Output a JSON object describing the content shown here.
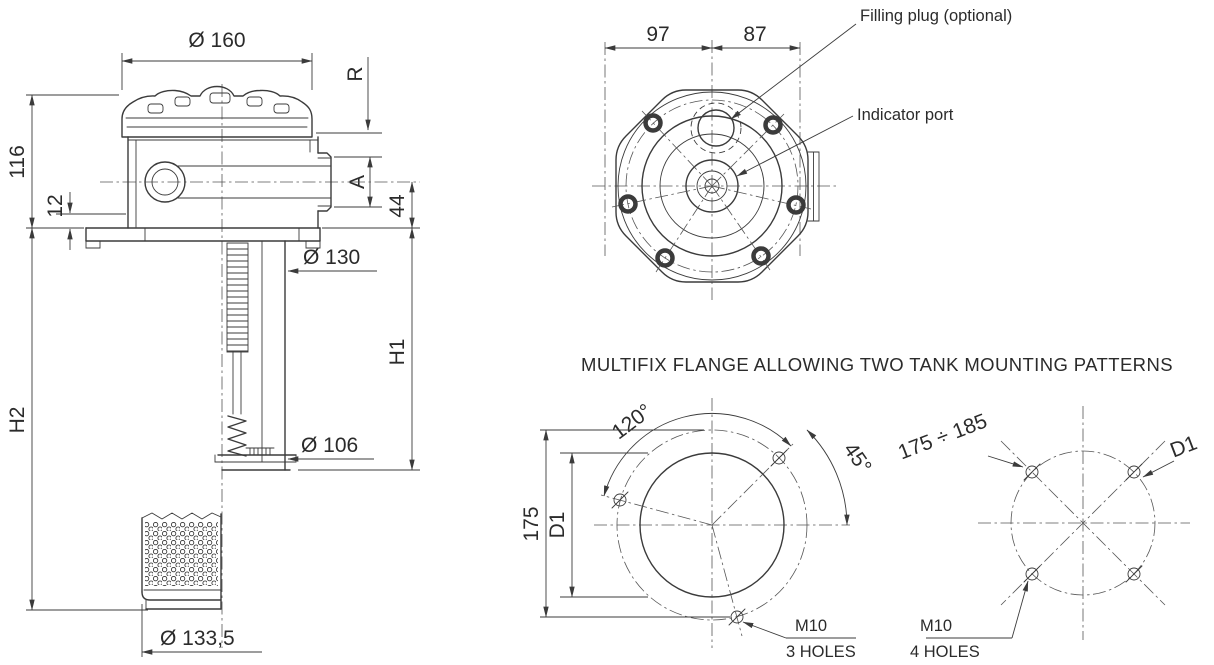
{
  "drawing": {
    "line_color": "#3b3b3b",
    "text_color": "#2b2b2b",
    "background_color": "#ffffff"
  },
  "side_view": {
    "dia_cap": "Ø 160",
    "dim_r": "R",
    "dim_head_height": "116",
    "dim_plate_step": "12",
    "port_label": "A",
    "dim_port_to_flange": "44",
    "dia_flange_hole": "Ø 130",
    "dim_h1": "H1",
    "dim_h2": "H2",
    "dia_element": "Ø 106",
    "dia_basket": "Ø 133,5"
  },
  "top_view": {
    "dim_left": "97",
    "dim_right": "87",
    "filling_plug_label": "Filling plug (optional)",
    "indicator_port_label": "Indicator port"
  },
  "mounting_patterns": {
    "title": "MULTIFIX FLANGE ALLOWING TWO TANK MOUNTING PATTERNS",
    "three_hole": {
      "angle_between_holes": "120°",
      "angle_offset": "45°",
      "bolt_circle": "175",
      "dia_d1": "D1",
      "thread": "M10",
      "holes": "3 HOLES"
    },
    "four_hole": {
      "bolt_circle_range": "175 ÷ 185",
      "dia_d1": "D1",
      "thread": "M10",
      "holes": "4 HOLES"
    }
  }
}
